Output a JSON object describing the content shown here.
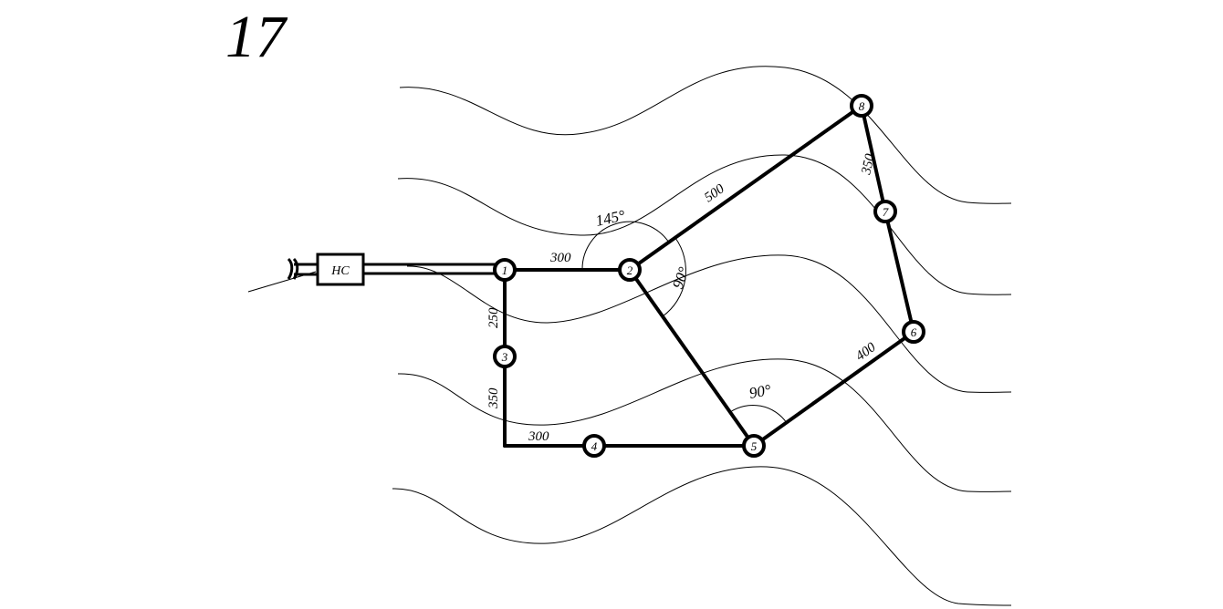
{
  "figure_number": "17",
  "station": {
    "label": "НС"
  },
  "nodes": [
    {
      "id": "node-1",
      "label": "1"
    },
    {
      "id": "node-2",
      "label": "2"
    },
    {
      "id": "node-3",
      "label": "3"
    },
    {
      "id": "node-4",
      "label": "4"
    },
    {
      "id": "node-5",
      "label": "5"
    },
    {
      "id": "node-6",
      "label": "6"
    },
    {
      "id": "node-7",
      "label": "7"
    },
    {
      "id": "node-8",
      "label": "8"
    }
  ],
  "pipe_lengths": {
    "seg_1_2": "300",
    "seg_2_8": "500",
    "seg_8_7": "350",
    "seg_6_5": "400",
    "seg_1_3": "250",
    "seg_3_4": "350",
    "seg_4_5": "300"
  },
  "angles": {
    "at_node_2_upper": "145°",
    "at_node_2_lower": "90°",
    "at_node_5": "90°"
  }
}
